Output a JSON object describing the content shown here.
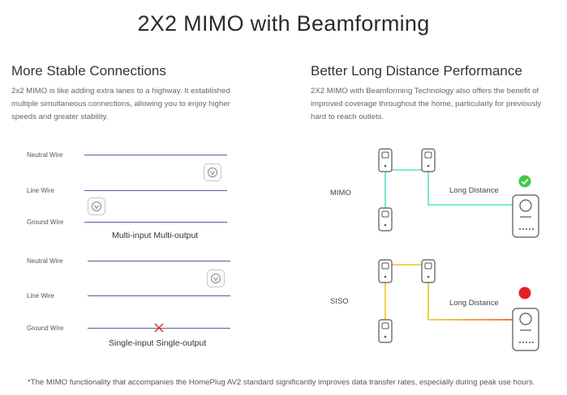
{
  "page": {
    "title": "2X2 MIMO with Beamforming",
    "footnote": "*The MIMO functionality that accompanies the HomePlug AV2 standard significantly improves data transfer rates, especially during peak use hours."
  },
  "left": {
    "heading": "More Stable Connections",
    "description_lines": [
      "2x2 MIMO is like adding extra lanes to a highway. It established",
      "multiple simultaneous connections, allowing you to enjoy higher",
      "speeds and greater stability."
    ],
    "mimo_block": {
      "wire_labels": [
        "Neutral Wire",
        "Line Wire",
        "Ground Wire"
      ],
      "caption": "Multi-input Multi-output"
    },
    "siso_block": {
      "wire_labels": [
        "Neutral Wire",
        "Line Wire",
        "Ground Wire"
      ],
      "caption": "Single-input Single-output"
    }
  },
  "right": {
    "heading": "Better Long Distance Performance",
    "description_lines": [
      "2X2 MIMO with Beamforming Technology also offers the benefit of",
      "improved coverage throughout the home, particularly for previously",
      "hard to reach outlets."
    ],
    "mimo_diagram": {
      "label": "MIMO",
      "distance_label": "Long Distance",
      "status": "good",
      "status_color": "#3fc84a",
      "line_color": "#4ee6c8"
    },
    "siso_diagram": {
      "label": "SISO",
      "distance_label": "Long Distance",
      "status": "bad",
      "status_color": "#e5202a",
      "line_color": "#f2c21a"
    }
  },
  "colors": {
    "wire": "#5a5aa0",
    "broken_mark": "#e5202a"
  }
}
